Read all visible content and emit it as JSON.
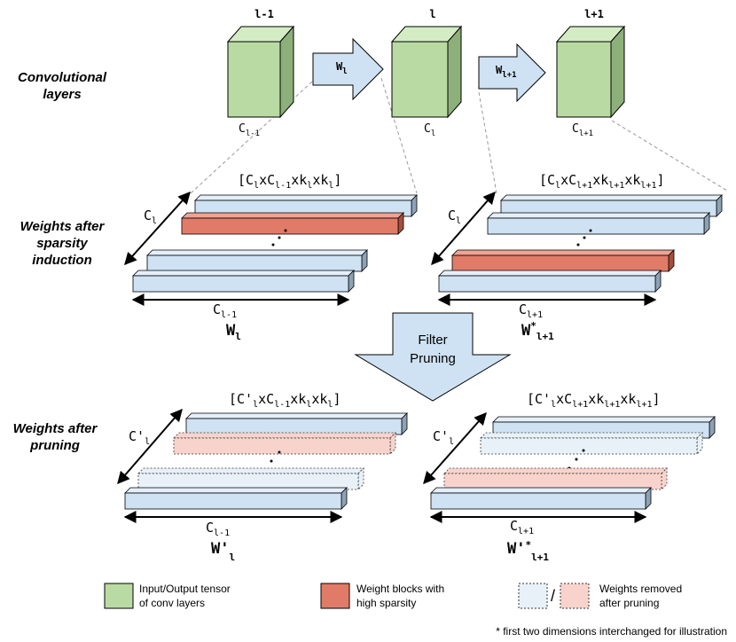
{
  "row_labels": {
    "conv": [
      "Convolutional",
      "layers"
    ],
    "sparsity": [
      "Weights after",
      "sparsity",
      "induction"
    ],
    "pruning": [
      "Weights after",
      "pruning"
    ]
  },
  "layers": [
    {
      "top": "l-1",
      "bottom_main": "C",
      "bottom_sub": "l-1"
    },
    {
      "top": "l",
      "bottom_main": "C",
      "bottom_sub": "l"
    },
    {
      "top": "l+1",
      "bottom_main": "C",
      "bottom_sub": "l+1"
    }
  ],
  "arrows": [
    {
      "main": "W",
      "sub": "l"
    },
    {
      "main": "W",
      "sub": "l+1"
    }
  ],
  "sparsity_left": {
    "dims": "[C_lxC_l-1xk_lxk_l]",
    "dims_parts": {
      "a": "[C",
      "a_sub": "l",
      "b": "xC",
      "b_sub": "l-1",
      "c": "xk",
      "c_sub": "l",
      "d": "xk",
      "d_sub": "l",
      "e": "]"
    },
    "side_main": "C",
    "side_sub": "l",
    "bottom_main": "C",
    "bottom_sub": "l-1",
    "name_main": "W",
    "name_sub": "l"
  },
  "sparsity_right": {
    "dims_parts": {
      "a": "[C",
      "a_sub": "l",
      "b": "xC",
      "b_sub": "l+1",
      "c": "xk",
      "c_sub": "l+1",
      "d": "xk",
      "d_sub": "l+1",
      "e": "]"
    },
    "side_main": "C",
    "side_sub": "l",
    "bottom_main": "C",
    "bottom_sub": "l+1",
    "name_main": "W",
    "name_sup": "*",
    "name_sub": "l+1"
  },
  "filter_pruning": [
    "Filter",
    "Pruning"
  ],
  "pruning_left": {
    "dims_parts": {
      "a": "[C'",
      "a_sub": "l",
      "b": "xC",
      "b_sub": "l-1",
      "c": "xk",
      "c_sub": "l",
      "d": "xk",
      "d_sub": "l",
      "e": "]"
    },
    "side_main": "C'",
    "side_sub": "l",
    "bottom_main": "C",
    "bottom_sub": "l-1",
    "name_main": "W'",
    "name_sub": "l"
  },
  "pruning_right": {
    "dims_parts": {
      "a": "[C'",
      "a_sub": "l",
      "b": "xC",
      "b_sub": "l+1",
      "c": "xk",
      "c_sub": "l+1",
      "d": "xk",
      "d_sub": "l+1",
      "e": "]"
    },
    "side_main": "C'",
    "side_sub": "l",
    "bottom_main": "C",
    "bottom_sub": "l+1",
    "name_main": "W'",
    "name_sup": "*",
    "name_sub": "l+1"
  },
  "legend": {
    "tensor": [
      "Input/Output tensor",
      "of conv layers"
    ],
    "sparse": [
      "Weight blocks with",
      "high sparsity"
    ],
    "slash": "/",
    "removed": [
      "Weights removed",
      "after pruning"
    ]
  },
  "footnote": "* first two dimensions interchanged for illustration",
  "colors": {
    "green_front": "#b9dba3",
    "green_side": "#8db07a",
    "green_top": "#d4ecc4",
    "blue_front": "#cfe2f3",
    "blue_side": "#8da2b6",
    "blue_top": "#e4effa",
    "red_front": "#e07b68",
    "red_side": "#a64f3f",
    "red_top": "#eea394",
    "ghost_blue": "#e8f1f8",
    "ghost_red": "#f8d3cc",
    "arrow_fill": "#cfe2f3"
  }
}
